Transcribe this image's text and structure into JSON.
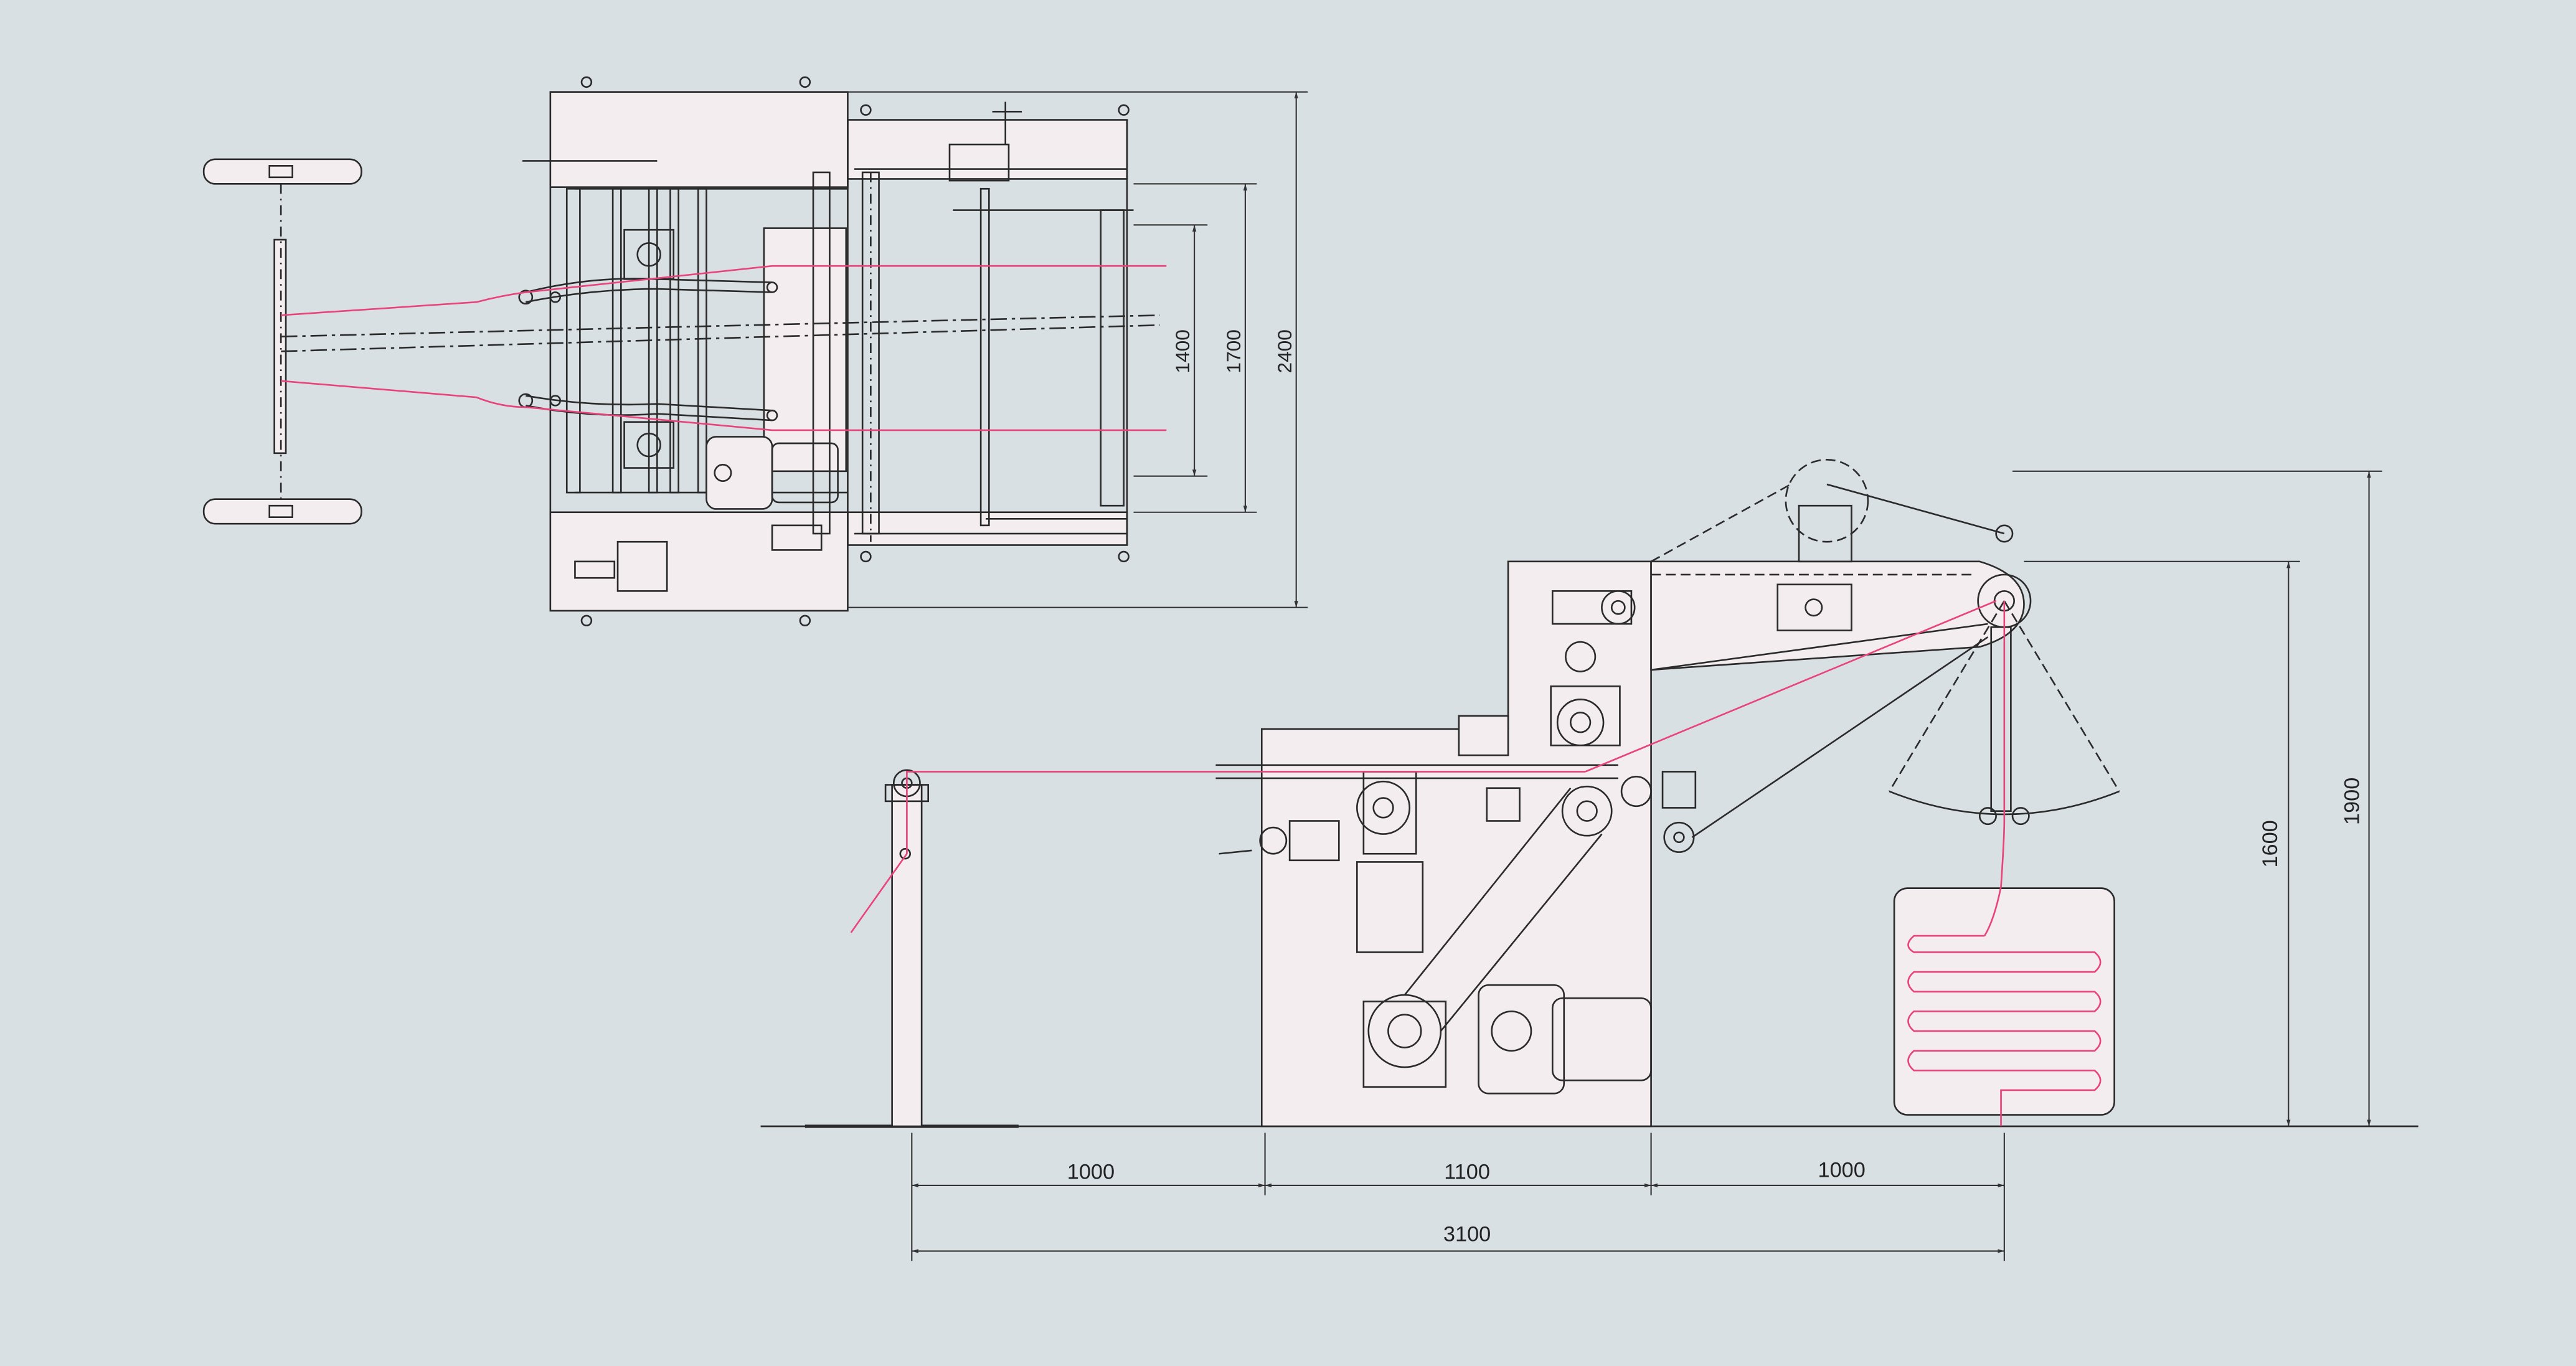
{
  "colors": {
    "background": "#d9e0e4",
    "linework": "#2b2b2b",
    "machine_body": "#f3edf0",
    "material_path": "#e8437a",
    "dimension": "#333333"
  },
  "dimensions": {
    "plan_width_inner": "1400",
    "plan_width_middle": "1700",
    "plan_width_outer": "2400",
    "height_main": "1600",
    "height_total": "1900",
    "length_feed": "1000",
    "length_machine": "1100",
    "length_output": "1000",
    "length_total": "3100"
  }
}
